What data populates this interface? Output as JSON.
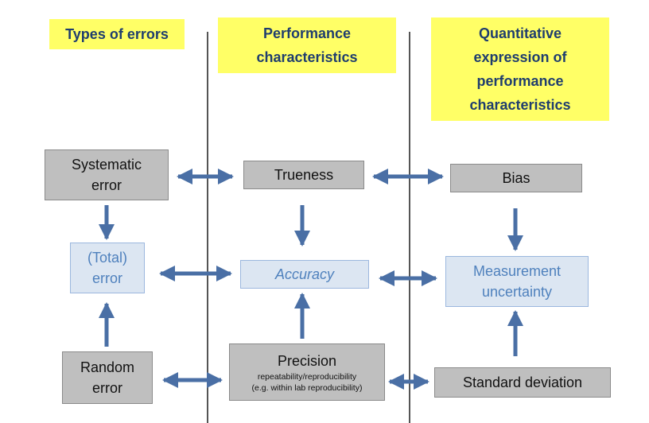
{
  "headers": {
    "types_of_errors": "Types of errors",
    "performance_characteristics": [
      "Performance",
      "characteristics"
    ],
    "quantitative_expression": [
      "Quantitative",
      "expression of",
      "performance",
      "characteristics"
    ]
  },
  "boxes": {
    "systematic_error": [
      "Systematic",
      "error"
    ],
    "total_error": [
      "(Total)",
      "error"
    ],
    "random_error": [
      "Random",
      "error"
    ],
    "trueness": "Trueness",
    "accuracy": "Accuracy",
    "precision": {
      "title": "Precision",
      "line1": "repeatability/reproducibility",
      "line2": "(e.g. within lab reproducibility)"
    },
    "bias": "Bias",
    "measurement_uncertainty": [
      "Measurement",
      "uncertainty"
    ],
    "standard_deviation": "Standard deviation"
  },
  "colors": {
    "header_fill": "#ffff66",
    "header_text": "#1f3d6e",
    "grey_box": "#bfbfbf",
    "blue_box_fill": "#dce6f2",
    "blue_box_text": "#4f81bd",
    "arrow": "#4a6fa5",
    "divider": "#555555"
  }
}
